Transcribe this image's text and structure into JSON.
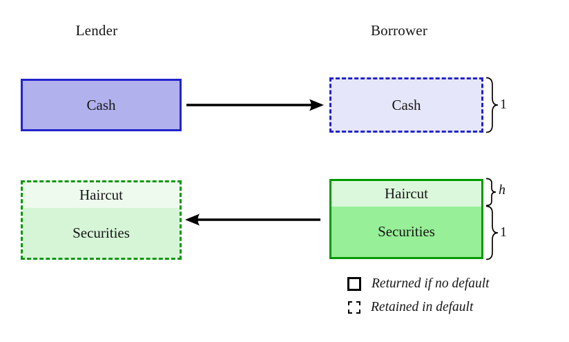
{
  "headers": {
    "lender": "Lender",
    "borrower": "Borrower"
  },
  "lender_cash_box": {
    "label": "Cash"
  },
  "borrower_cash_box": {
    "label": "Cash"
  },
  "lender_collateral_box": {
    "haircut_label": "Haircut",
    "securities_label": "Securities"
  },
  "borrower_collateral_box": {
    "haircut_label": "Haircut",
    "securities_label": "Securities"
  },
  "braces": {
    "cash_value": "1",
    "haircut_value": "h",
    "securities_value": "1"
  },
  "legend": {
    "solid_label": "Returned if no default",
    "dashed_label": "Retained in default"
  },
  "colors": {
    "blue_border": "#2222cc",
    "blue_fill_solid": "#b1b1ee",
    "blue_fill_light": "#e6e6fa",
    "green_border": "#009900",
    "green_fill_haircut_solid": "#dcf8dc",
    "green_fill_securities_solid": "#97ef97",
    "green_fill_haircut_light": "#eefaee",
    "green_fill_securities_light": "#d6f5d6",
    "arrow": "#000000"
  }
}
